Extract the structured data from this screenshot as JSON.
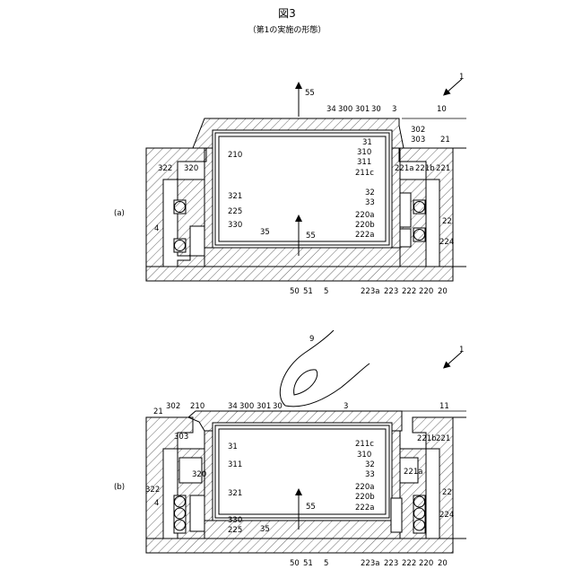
{
  "title": "図3",
  "subtitle": "（第1の実施の形態）",
  "panels": [
    {
      "id": "a",
      "label": "(a)",
      "ref_main": "1",
      "labels": [
        "55",
        "34",
        "300",
        "301",
        "30",
        "3",
        "10",
        "302",
        "303",
        "21",
        "31",
        "310",
        "311",
        "211c",
        "210",
        "322",
        "320",
        "321",
        "225",
        "330",
        "4",
        "35",
        "55",
        "221a",
        "221b",
        "221",
        "32",
        "33",
        "220a",
        "220b",
        "222a",
        "22",
        "224",
        "50",
        "51",
        "5",
        "223a",
        "223",
        "222",
        "220",
        "20"
      ]
    },
    {
      "id": "b",
      "label": "(b)",
      "ref_main": "1",
      "labels": [
        "9",
        "21",
        "302",
        "210",
        "34",
        "300",
        "301",
        "30",
        "3",
        "11",
        "303",
        "31",
        "311",
        "320",
        "322",
        "4",
        "321",
        "330",
        "225",
        "35",
        "55",
        "211c",
        "310",
        "221b",
        "221",
        "221a",
        "32",
        "33",
        "220a",
        "220b",
        "222a",
        "22",
        "224",
        "50",
        "51",
        "5",
        "223a",
        "223",
        "222",
        "220",
        "20"
      ]
    }
  ]
}
